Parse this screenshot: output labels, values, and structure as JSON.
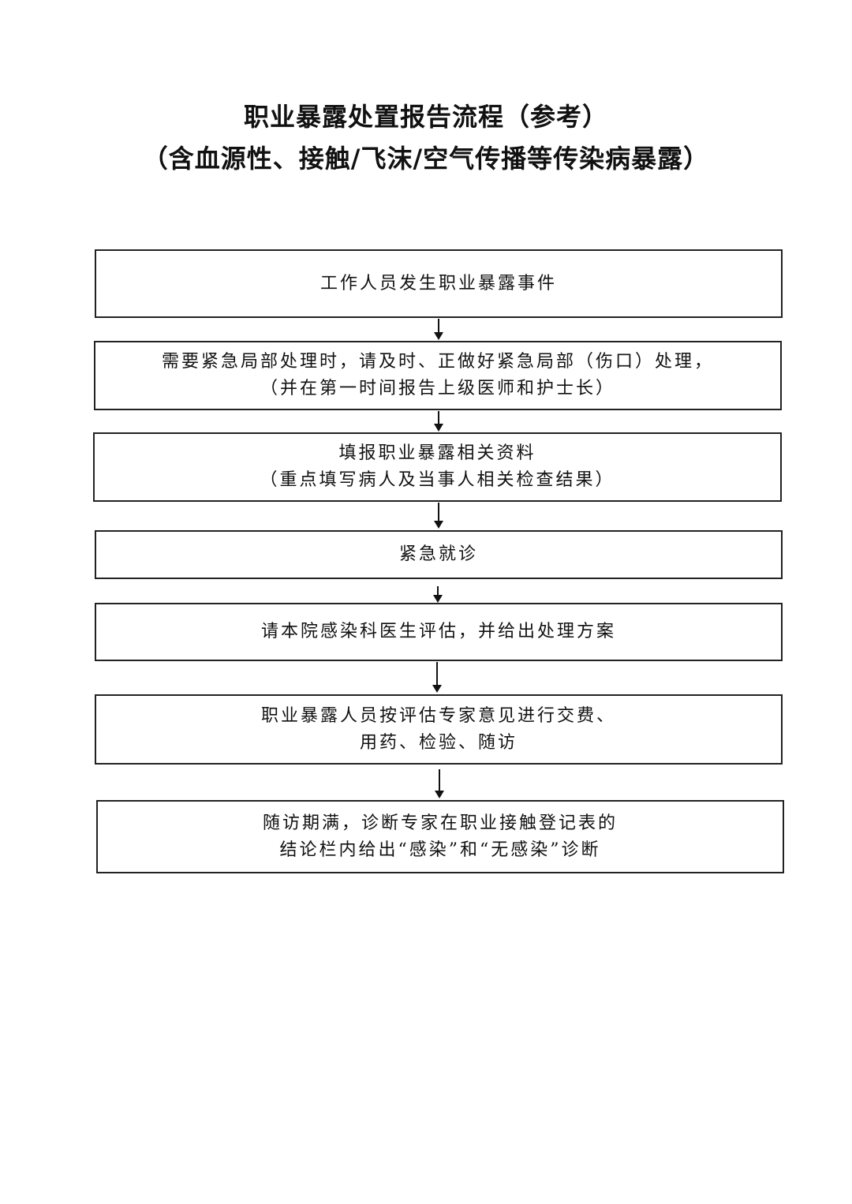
{
  "title": {
    "line1": "职业暴露处置报告流程（参考）",
    "line2": "（含血源性、接触/飞沫/空气传播等传染病暴露）"
  },
  "steps": [
    {
      "lines": [
        "工作人员发生职业暴露事件"
      ]
    },
    {
      "lines": [
        "需要紧急局部处理时，请及时、正做好紧急局部（伤口）处理，",
        "（并在第一时间报告上级医师和护士长）"
      ]
    },
    {
      "lines": [
        "填报职业暴露相关资料",
        "（重点填写病人及当事人相关检查结果）"
      ]
    },
    {
      "lines": [
        "紧急就诊"
      ]
    },
    {
      "lines": [
        "请本院感染科医生评估，并给出处理方案"
      ]
    },
    {
      "lines": [
        "职业暴露人员按评估专家意见进行交费、",
        "用药、检验、随访"
      ]
    },
    {
      "lines": [
        "随访期满，诊断专家在职业接触登记表的",
        "结论栏内给出“感染”和“无感染”诊断"
      ]
    }
  ]
}
